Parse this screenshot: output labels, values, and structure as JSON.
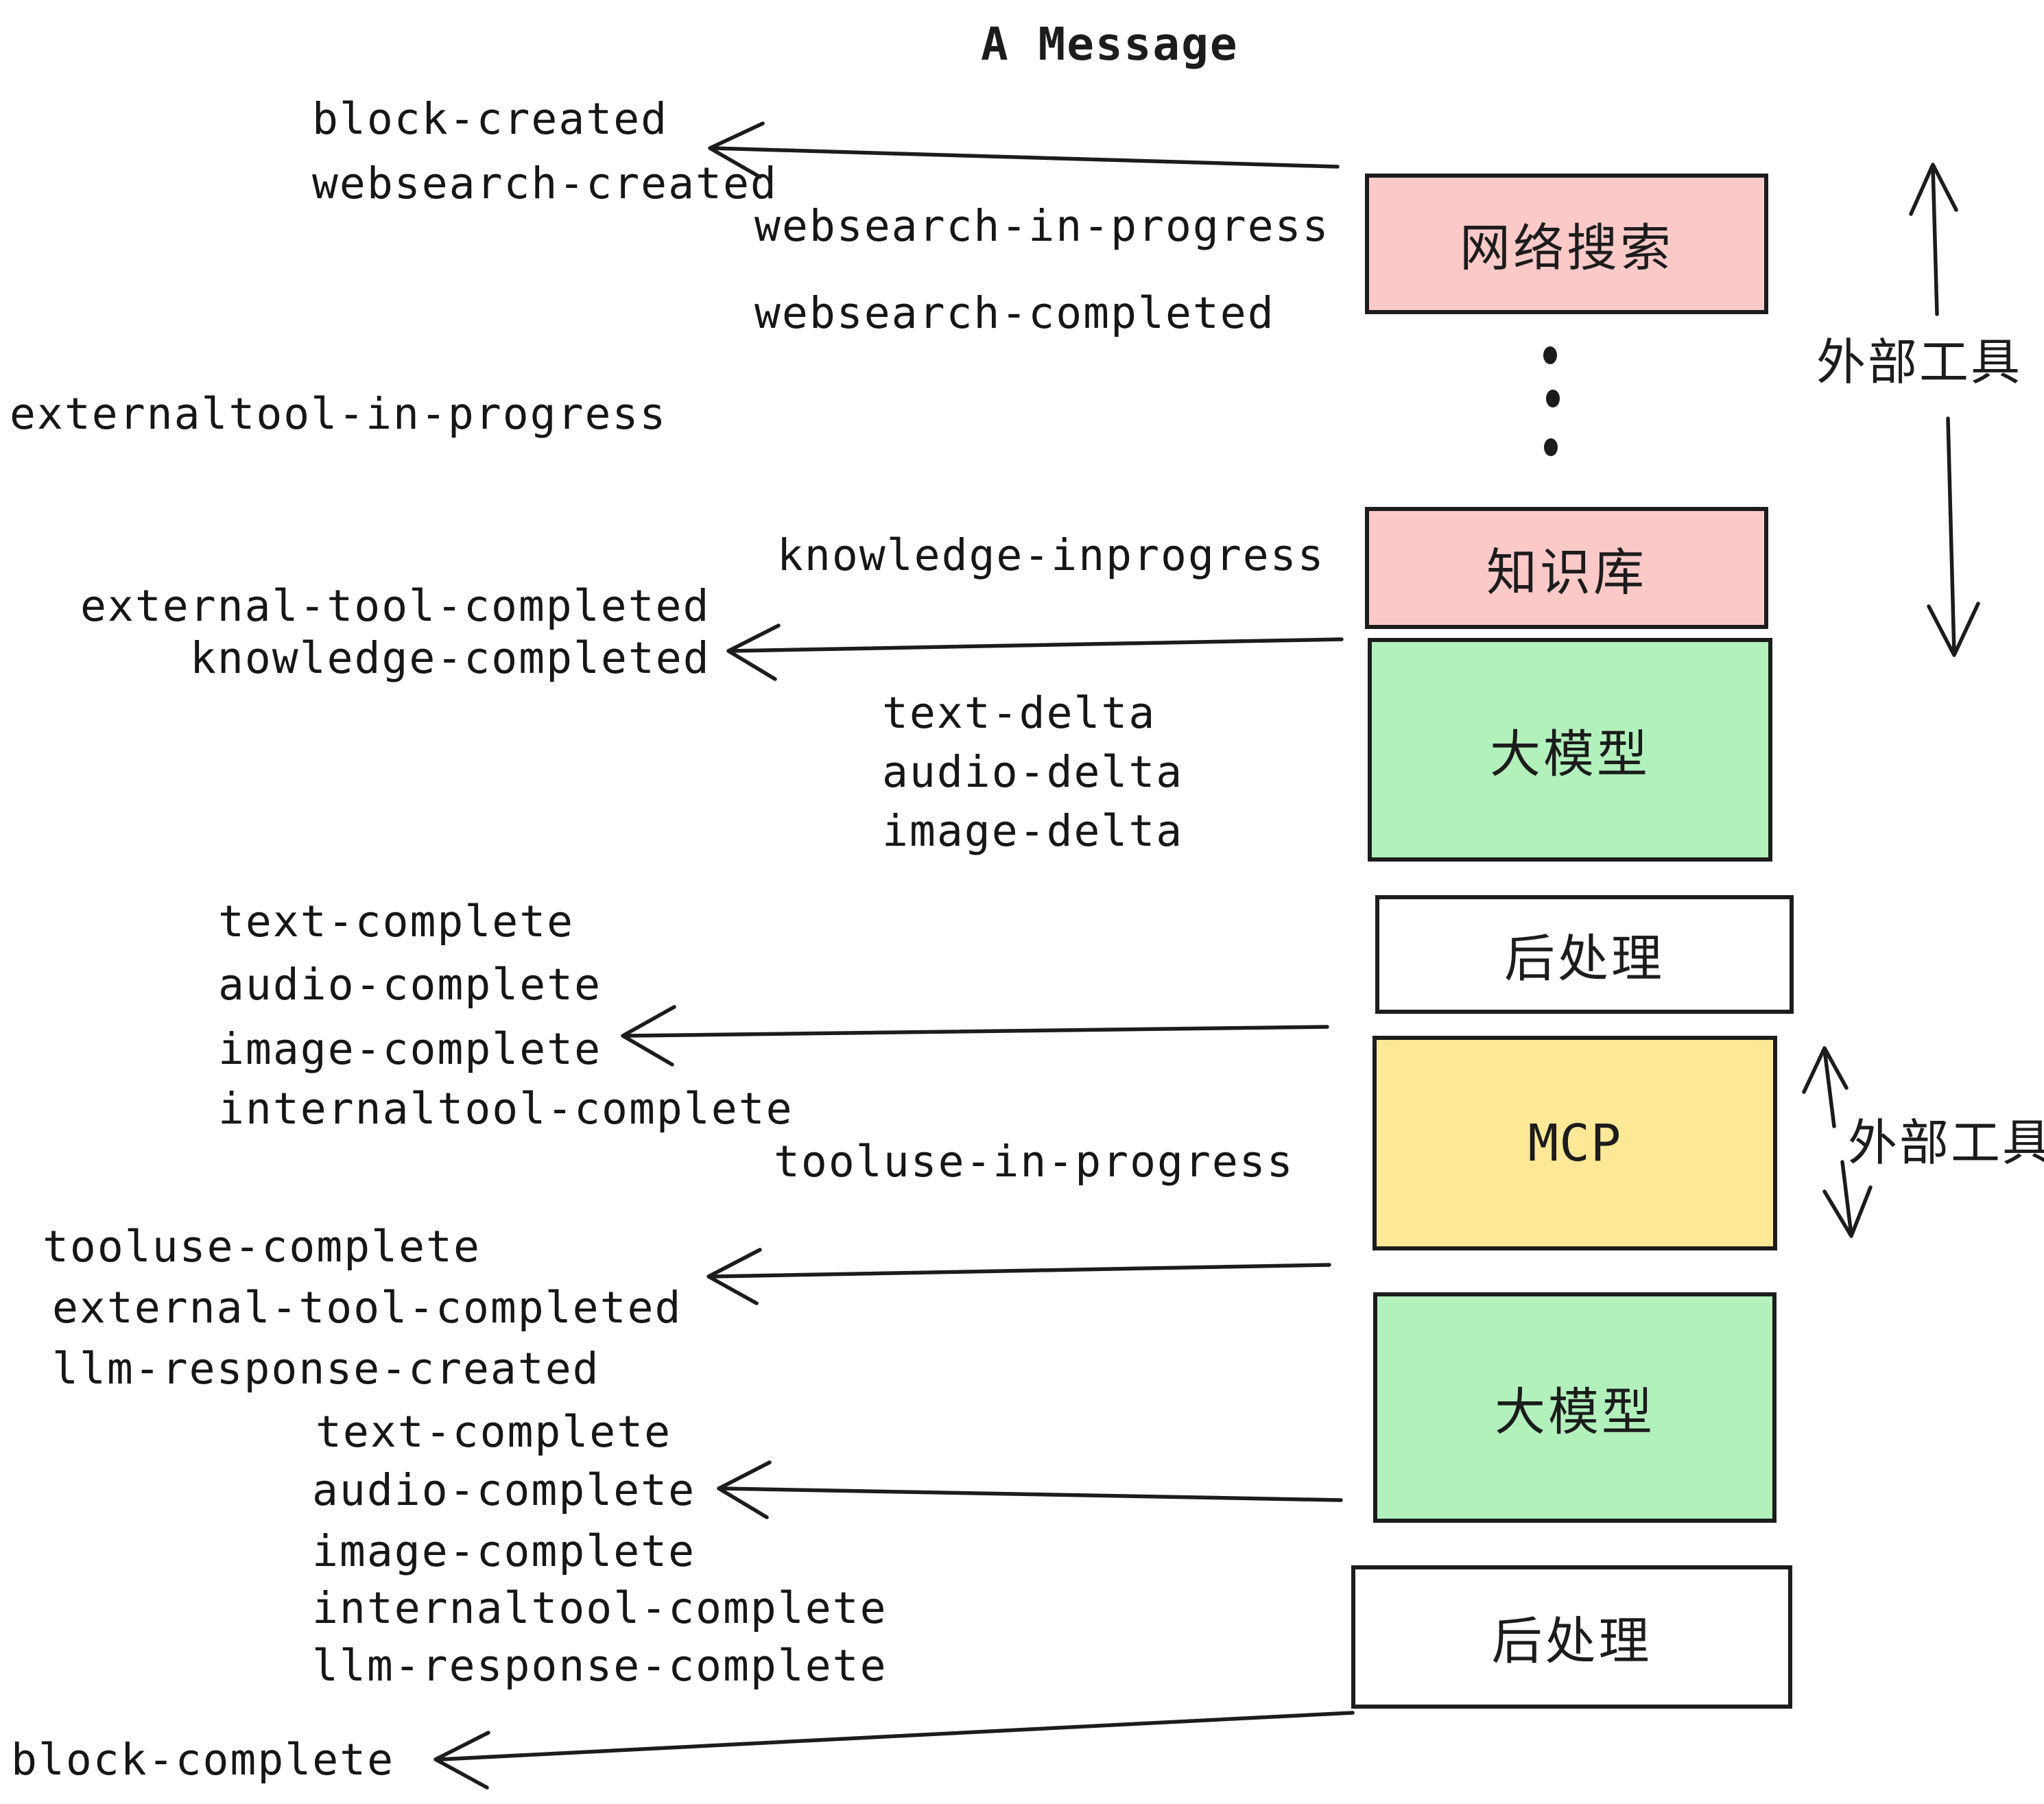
{
  "title": "A Message",
  "colors": {
    "background": "#FFFFFF",
    "line": "#1C1C1C",
    "box_pink": "#FCC9C9",
    "box_green": "#B2F0BC",
    "box_yellow": "#FDE897",
    "box_white": "#FFFFFF"
  },
  "boxes": {
    "websearch": "网络搜索",
    "knowledge": "知识库",
    "llm": "大模型",
    "post": "后处理",
    "mcp": "MCP"
  },
  "annotations": {
    "external_tools": "外部工具"
  },
  "events": {
    "block_created": "block-created",
    "websearch_created": "websearch-created",
    "websearch_in_progress": "websearch-in-progress",
    "websearch_completed": "websearch-completed",
    "externaltool_in_progress": "externaltool-in-progress",
    "knowledge_inprogress": "knowledge-inprogress",
    "external_tool_completed": "external-tool-completed",
    "knowledge_completed": "knowledge-completed",
    "text_delta": "text-delta",
    "audio_delta": "audio-delta",
    "image_delta": "image-delta",
    "text_complete": "text-complete",
    "audio_complete": "audio-complete",
    "image_complete": "image-complete",
    "internaltool_complete": "internaltool-complete",
    "tooluse_in_progress": "tooluse-in-progress",
    "tooluse_complete": "tooluse-complete",
    "llm_response_created": "llm-response-created",
    "llm_response_complete": "llm-response-complete",
    "block_complete": "block-complete"
  }
}
